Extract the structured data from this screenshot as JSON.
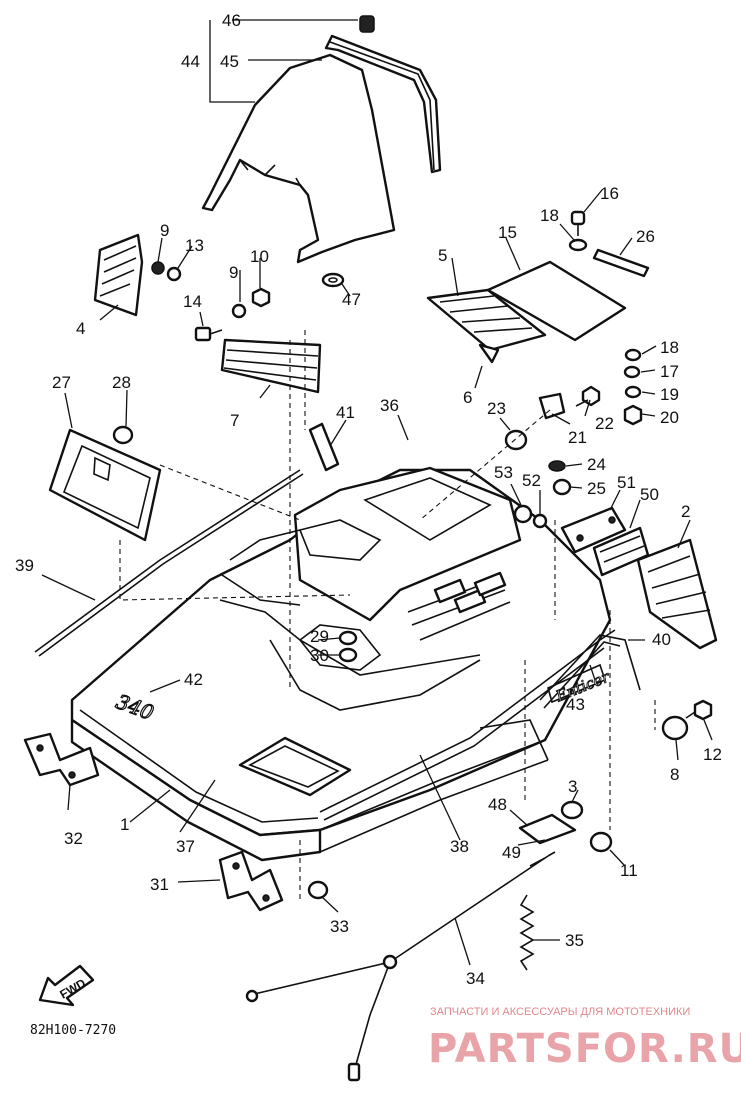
{
  "diagram_code": "82H100-7270",
  "fwd_label": "FWD",
  "model_badge": "340",
  "brand_decal": "Enticer",
  "watermark": {
    "tagline": "ЗАПЧАСТИ И АКСЕССУАРЫ ДЛЯ МОТОТЕХНИКИ",
    "logo": "PARTSFOR.RU"
  },
  "callouts": [
    {
      "id": "c1",
      "label": "1"
    },
    {
      "id": "c2",
      "label": "2"
    },
    {
      "id": "c3",
      "label": "3"
    },
    {
      "id": "c4",
      "label": "4"
    },
    {
      "id": "c5",
      "label": "5"
    },
    {
      "id": "c6",
      "label": "6"
    },
    {
      "id": "c7",
      "label": "7"
    },
    {
      "id": "c8",
      "label": "8"
    },
    {
      "id": "c9a",
      "label": "9"
    },
    {
      "id": "c9b",
      "label": "9"
    },
    {
      "id": "c10",
      "label": "10"
    },
    {
      "id": "c11",
      "label": "11"
    },
    {
      "id": "c12",
      "label": "12"
    },
    {
      "id": "c13",
      "label": "13"
    },
    {
      "id": "c14",
      "label": "14"
    },
    {
      "id": "c15",
      "label": "15"
    },
    {
      "id": "c16",
      "label": "16"
    },
    {
      "id": "c17",
      "label": "17"
    },
    {
      "id": "c18a",
      "label": "18"
    },
    {
      "id": "c18b",
      "label": "18"
    },
    {
      "id": "c19",
      "label": "19"
    },
    {
      "id": "c20",
      "label": "20"
    },
    {
      "id": "c21",
      "label": "21"
    },
    {
      "id": "c22",
      "label": "22"
    },
    {
      "id": "c23",
      "label": "23"
    },
    {
      "id": "c24",
      "label": "24"
    },
    {
      "id": "c25",
      "label": "25"
    },
    {
      "id": "c26",
      "label": "26"
    },
    {
      "id": "c27",
      "label": "27"
    },
    {
      "id": "c28",
      "label": "28"
    },
    {
      "id": "c29",
      "label": "29"
    },
    {
      "id": "c30",
      "label": "30"
    },
    {
      "id": "c31",
      "label": "31"
    },
    {
      "id": "c32",
      "label": "32"
    },
    {
      "id": "c33",
      "label": "33"
    },
    {
      "id": "c34",
      "label": "34"
    },
    {
      "id": "c35",
      "label": "35"
    },
    {
      "id": "c36",
      "label": "36"
    },
    {
      "id": "c37",
      "label": "37"
    },
    {
      "id": "c38",
      "label": "38"
    },
    {
      "id": "c39",
      "label": "39"
    },
    {
      "id": "c40",
      "label": "40"
    },
    {
      "id": "c41",
      "label": "41"
    },
    {
      "id": "c42",
      "label": "42"
    },
    {
      "id": "c43",
      "label": "43"
    },
    {
      "id": "c44",
      "label": "44"
    },
    {
      "id": "c45",
      "label": "45"
    },
    {
      "id": "c46",
      "label": "46"
    },
    {
      "id": "c47",
      "label": "47"
    },
    {
      "id": "c48",
      "label": "48"
    },
    {
      "id": "c49",
      "label": "49"
    },
    {
      "id": "c50",
      "label": "50"
    },
    {
      "id": "c51",
      "label": "51"
    },
    {
      "id": "c52",
      "label": "52"
    },
    {
      "id": "c53",
      "label": "53"
    }
  ]
}
